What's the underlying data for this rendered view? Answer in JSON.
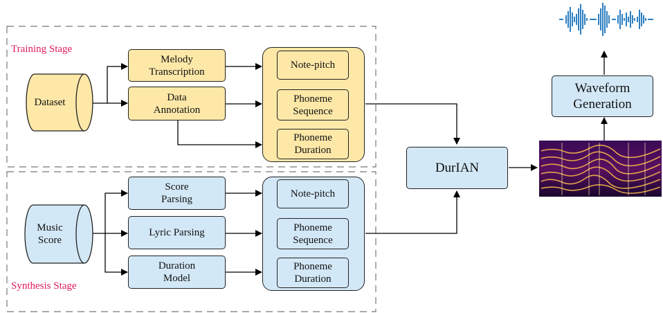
{
  "training": {
    "stage_label": "Training Stage",
    "dataset_label": "Dataset",
    "melody": [
      "Melody",
      "Transcription"
    ],
    "annotation": [
      "Data",
      "Annotation"
    ],
    "features": {
      "note_pitch": "Note-pitch",
      "phoneme_sequence": [
        "Phoneme",
        "Sequence"
      ],
      "phoneme_duration": [
        "Phoneme",
        "Duration"
      ]
    }
  },
  "synthesis": {
    "stage_label": "Synthesis Stage",
    "music_score_label": [
      "Music",
      "Score"
    ],
    "score_parsing": [
      "Score",
      "Parsing"
    ],
    "lyric_parsing": "Lyric Parsing",
    "duration_model": [
      "Duration",
      "Model"
    ],
    "features": {
      "note_pitch": "Note-pitch",
      "phoneme_sequence": [
        "Phoneme",
        "Sequence"
      ],
      "phoneme_duration": [
        "Phoneme",
        "Duration"
      ]
    }
  },
  "durian_label": "DurIAN",
  "waveform_generation": [
    "Waveform",
    "Generation"
  ],
  "colors": {
    "training_fill": "#fde8a8",
    "synthesis_fill": "#d3e8f7",
    "stage_label": "#e0195a",
    "waveform": "#2d7fc1"
  },
  "icons": [
    "waveform-icon",
    "spectrogram-image"
  ]
}
